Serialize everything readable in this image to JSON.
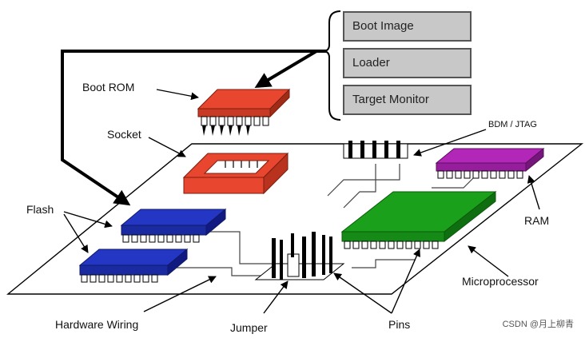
{
  "stack": [
    "Boot Image",
    "Loader",
    "Target Monitor"
  ],
  "labels": {
    "boot_rom": "Boot ROM",
    "socket": "Socket",
    "bdm_jtag": "BDM / JTAG",
    "flash": "Flash",
    "ram": "RAM",
    "microprocessor": "Microprocessor",
    "hardware_wiring": "Hardware Wiring",
    "jumper": "Jumper",
    "pins": "Pins"
  },
  "watermark": "CSDN @月上柳青",
  "colors": {
    "boot_rom": "#e8462e",
    "socket": "#e8462e",
    "flash": "#2436c4",
    "ram": "#b226b8",
    "microprocessor": "#1aa01a",
    "stack_box": "#c8c8c8"
  }
}
